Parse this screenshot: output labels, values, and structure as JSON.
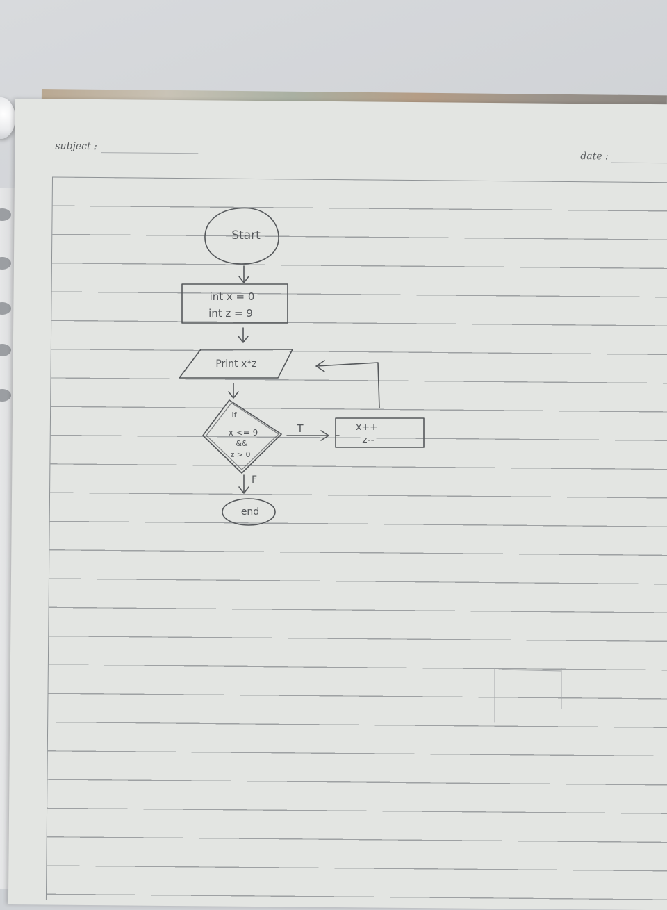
{
  "header": {
    "subject_label": "subject :",
    "date_label": "date :"
  },
  "flowchart": {
    "start": "Start",
    "init_line_1": "int x = 0",
    "init_line_2": "int z = 9",
    "output": "Print x*z",
    "decision_line_1": "if",
    "decision_line_2": "x <= 9",
    "decision_line_3": "&&",
    "decision_line_4": "z > 0",
    "true_label": "T",
    "false_label": "F",
    "update_line_1": "x++",
    "update_line_2": "z--",
    "end": "end"
  },
  "colors": {
    "pencil": "#55585b",
    "paper": "#e3e5e2",
    "rule": "#9ea1a3"
  }
}
